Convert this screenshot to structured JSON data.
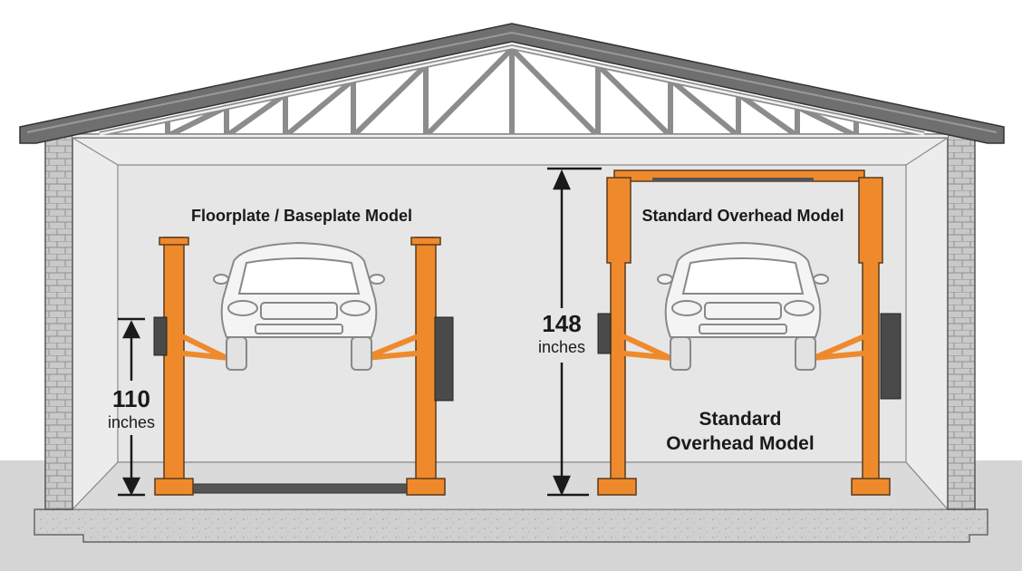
{
  "left_bay": {
    "title": "Floorplate / Baseplate Model",
    "height_value": "110",
    "height_unit": "inches"
  },
  "right_bay": {
    "title": "Standard Overhead Model",
    "height_value": "148",
    "height_unit": "inches",
    "caption_line1": "Standard",
    "caption_line2": "Overhead Model"
  },
  "colors": {
    "lift_orange": "#ef8a2c",
    "lift_outline": "#5a3a1c",
    "wall": "#e8e8e8",
    "roof": "#6b6b6b",
    "ground": "#d3d3d3",
    "line": "#555555"
  }
}
